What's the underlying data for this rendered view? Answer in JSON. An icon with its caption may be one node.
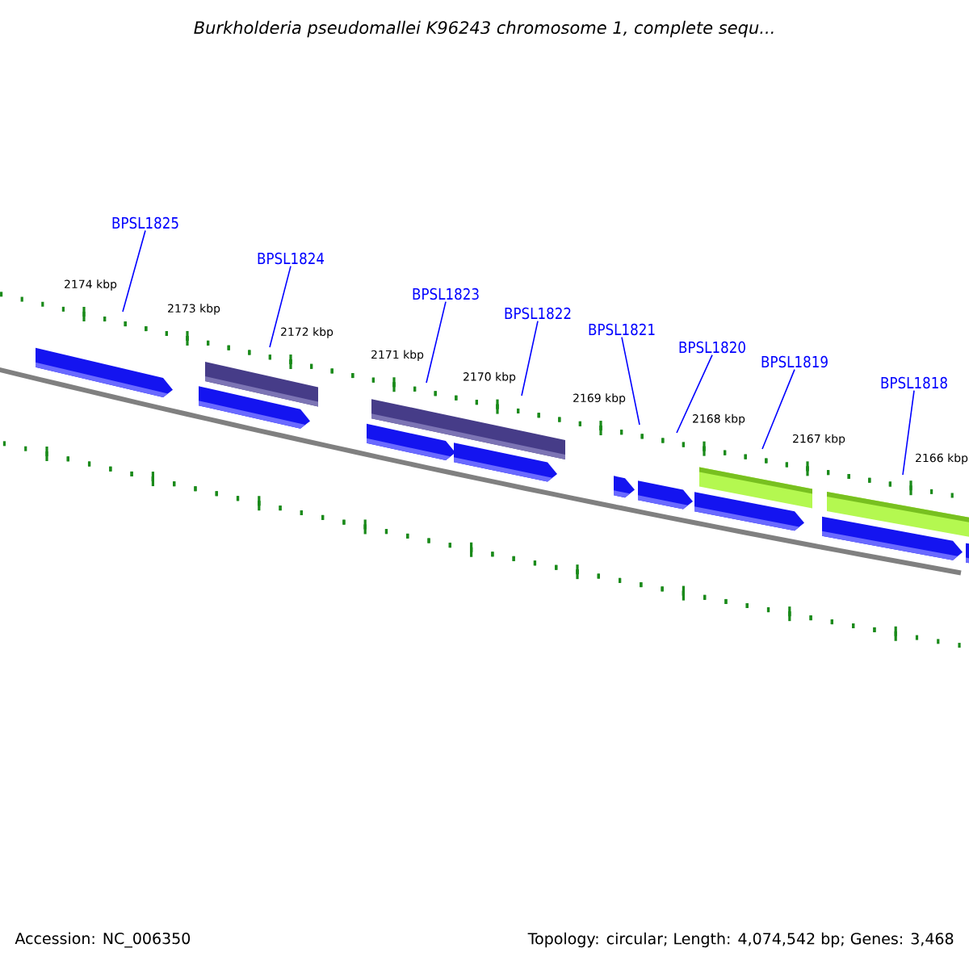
{
  "diagram": {
    "title": "Burkholderia pseudomallei K96243 chromosome 1, complete sequ...",
    "nodes": [
      {
        "text": [
          "BPSL1825"
        ]
      },
      {
        "text": [
          "BPSL1824"
        ]
      },
      {
        "text": [
          "BPSL1823"
        ]
      },
      {
        "text": [
          "BPSL1822"
        ]
      },
      {
        "text": [
          "BPSL1821"
        ]
      },
      {
        "text": [
          "BPSL1820"
        ]
      },
      {
        "text": [
          "BPSL1819"
        ]
      },
      {
        "text": [
          "BPSL1818"
        ]
      }
    ],
    "edges": [
      {
        "from": 0,
        "to": null,
        "arrow": "none"
      },
      {
        "from": 1,
        "to": null,
        "arrow": "none"
      },
      {
        "from": 2,
        "to": null,
        "arrow": "none"
      },
      {
        "from": 3,
        "to": null,
        "arrow": "none"
      },
      {
        "from": 4,
        "to": null,
        "arrow": "none"
      },
      {
        "from": 5,
        "to": null,
        "arrow": "none"
      },
      {
        "from": 6,
        "to": null,
        "arrow": "none"
      },
      {
        "from": 7,
        "to": null,
        "arrow": "none"
      }
    ],
    "labels": [
      "2174 kbp",
      "2173 kbp",
      "2172 kbp",
      "2171 kbp",
      "2170 kbp",
      "2169 kbp",
      "2168 kbp",
      "2167 kbp",
      "2166 kbp",
      "Accession: NC_006350",
      "Topology: circular; Length: 4,074,542 bp; Genes: 3,468"
    ]
  }
}
